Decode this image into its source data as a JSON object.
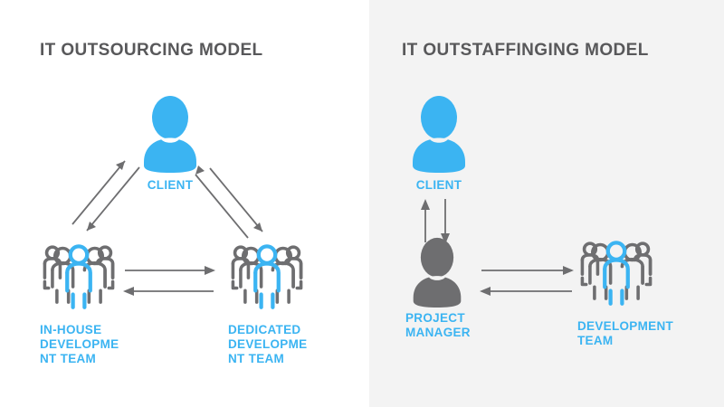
{
  "diagram": {
    "type": "comparison-diagram",
    "panels": [
      {
        "id": "outsourcing",
        "title": "IT OUTSOURCING MODEL",
        "background": "#ffffff",
        "nodes": [
          {
            "id": "client",
            "label": "CLIENT",
            "icon": "person-icon",
            "icon_color": "#3bb4f2",
            "label_color": "#3bb4f2"
          },
          {
            "id": "in-house-team",
            "label": "IN-HOUSE DEVELOPME NT TEAM",
            "icon": "people-group-icon",
            "icon_color": "#6e6e70",
            "label_color": "#3bb4f2"
          },
          {
            "id": "dedicated-team",
            "label": "DEDICATED DEVELOPME NT TEAM",
            "icon": "people-group-icon",
            "icon_color": "#6e6e70",
            "label_color": "#3bb4f2"
          }
        ],
        "connections": [
          {
            "from": "in-house-team",
            "to": "client",
            "style": "double-diagonal",
            "direction": "bidirectional"
          },
          {
            "from": "client",
            "to": "dedicated-team",
            "style": "double-diagonal",
            "direction": "bidirectional"
          },
          {
            "from": "in-house-team",
            "to": "dedicated-team",
            "style": "double-horizontal",
            "direction": "bidirectional"
          }
        ]
      },
      {
        "id": "outstaffing",
        "title": "IT OUTSTAFFINGING MODEL",
        "background": "#f3f3f3",
        "nodes": [
          {
            "id": "client",
            "label": "CLIENT",
            "icon": "person-icon",
            "icon_color": "#3bb4f2",
            "label_color": "#3bb4f2"
          },
          {
            "id": "project-manager",
            "label": "PROJECT MANAGER",
            "icon": "person-icon",
            "icon_color": "#6e6e70",
            "label_color": "#3bb4f2"
          },
          {
            "id": "development-team",
            "label": "DEVELOPMENT TEAM",
            "icon": "people-group-icon",
            "icon_color": "#6e6e70",
            "label_color": "#3bb4f2"
          }
        ],
        "connections": [
          {
            "from": "client",
            "to": "project-manager",
            "style": "double-vertical",
            "direction": "bidirectional"
          },
          {
            "from": "project-manager",
            "to": "development-team",
            "style": "double-horizontal",
            "direction": "bidirectional"
          }
        ]
      }
    ],
    "labels": {
      "left_title": "IT OUTSOURCING MODEL",
      "right_title": "IT OUTSTAFFINGING MODEL",
      "client": "CLIENT",
      "in_house_line1": "IN-HOUSE",
      "in_house_line2": "DEVELOPME",
      "in_house_line3": "NT TEAM",
      "dedicated_line1": "DEDICATED",
      "dedicated_line2": "DEVELOPME",
      "dedicated_line3": "NT TEAM",
      "pm_line1": "PROJECT",
      "pm_line2": "MANAGER",
      "dev_team_line1": "DEVELOPMENT",
      "dev_team_line2": "TEAM"
    },
    "colors": {
      "accent_blue": "#3bb4f2",
      "gray_dark": "#6e6e70",
      "title_gray": "#58585a",
      "panel_white": "#ffffff",
      "panel_gray": "#f3f3f3"
    }
  }
}
